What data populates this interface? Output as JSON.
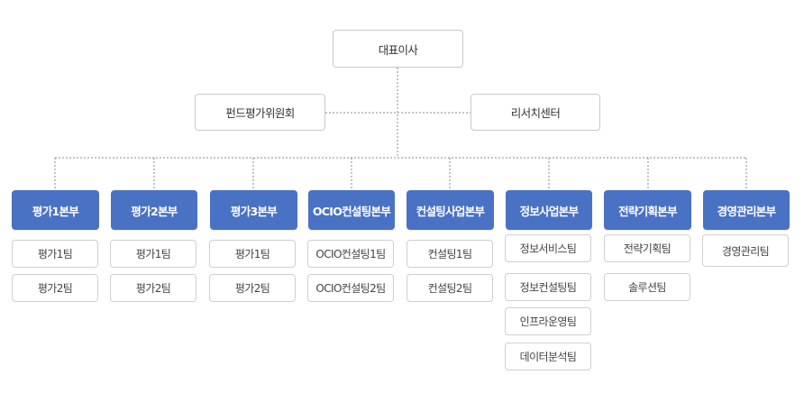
{
  "ceo": {
    "label": "대표이사"
  },
  "committee": {
    "label": "펀드평가위원회"
  },
  "research": {
    "label": "리서치센터"
  },
  "divisions": [
    {
      "label": "평가1본부",
      "teams": [
        "평가1팀",
        "평가2팀"
      ]
    },
    {
      "label": "평가2본부",
      "teams": [
        "평가1팀",
        "평가2팀"
      ]
    },
    {
      "label": "평가3본부",
      "teams": [
        "평가1팀",
        "평가2팀"
      ]
    },
    {
      "label": "OCIO컨설팅본부",
      "teams": [
        "OCIO컨설팅1팀",
        "OCIO컨설팅2팀"
      ]
    },
    {
      "label": "컨설팅사업본부",
      "teams": [
        "컨설팅1팀",
        "컨설팅2팀"
      ]
    },
    {
      "label": "정보사업본부",
      "teams": [
        "정보서비스팀",
        "정보컨설팅팀",
        "인프라운영팀",
        "데이터분석팀"
      ]
    },
    {
      "label": "전략기획본부",
      "teams": [
        "전략기획팀",
        "솔루션팀"
      ]
    },
    {
      "label": "경영관리본부",
      "teams": [
        "경영관리팀"
      ]
    }
  ],
  "colors": {
    "division_fill": "#4a72c4",
    "node_border": "#c9c9c9",
    "connector": "#888888"
  }
}
